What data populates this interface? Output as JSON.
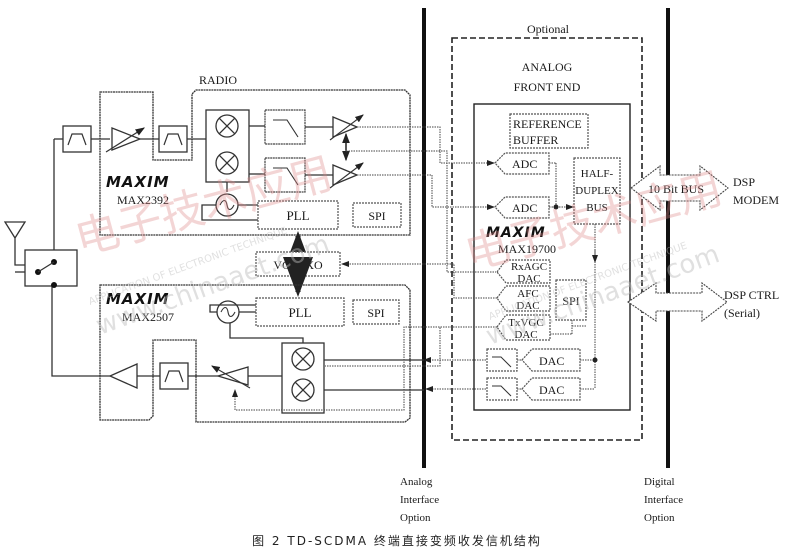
{
  "figure": {
    "caption": "图 2 TD-SCDMA 终端直接变频收发信机结构",
    "labels": {
      "optional": "Optional",
      "radio": "RADIO",
      "afe_line1": "ANALOG",
      "afe_line2": "FRONT END",
      "analog_interface": [
        "Analog",
        "Interface",
        "Option"
      ],
      "digital_interface": [
        "Digital",
        "Interface",
        "Option"
      ]
    },
    "radio_rx_chip": {
      "brand": "MAXIM",
      "part": "MAX2392",
      "pll": "PLL",
      "spi": "SPI"
    },
    "vctcxo": "VCTCXO",
    "radio_tx_chip": {
      "brand": "MAXIM",
      "part": "MAX2507",
      "pll": "PLL",
      "spi": "SPI"
    },
    "afe_chip": {
      "brand": "MAXIM",
      "part": "MAX19700",
      "reference_buffer": [
        "REFERENCE",
        "BUFFER"
      ],
      "adc1": "ADC",
      "adc2": "ADC",
      "half_duplex": [
        "HALF-",
        "DUPLEX",
        "BUS"
      ],
      "rxagc_dac": [
        "RxAGC",
        "DAC"
      ],
      "afc_dac": [
        "AFC",
        "DAC"
      ],
      "txvgc_dac": [
        "TxVGC",
        "DAC"
      ],
      "spi": "SPI",
      "dac1": "DAC",
      "dac2": "DAC"
    },
    "bus": {
      "ten_bit_bus": "10 Bit BUS",
      "dsp_modem": [
        "DSP",
        "MODEM"
      ],
      "dsp_ctrl": [
        "DSP CTRL",
        "(Serial)"
      ]
    },
    "watermarks": {
      "site": "www.chinaaet.com",
      "tagline": "APPLICATION OF ELECTRONIC TECHNIQUE"
    },
    "icons": [
      "antenna-icon",
      "switch-icon",
      "bandpass-filter-icon",
      "lowpass-filter-icon",
      "variable-amplifier-icon",
      "mixer-icon",
      "oscillator-icon",
      "amplifier-icon"
    ]
  }
}
